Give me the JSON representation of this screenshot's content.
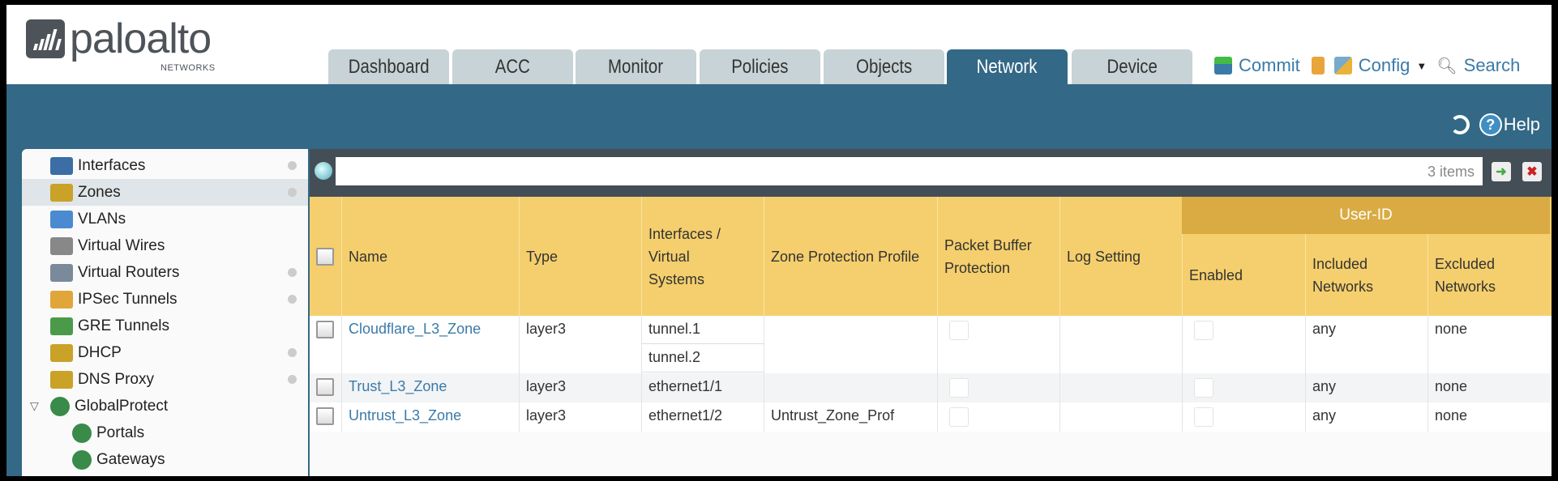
{
  "brand": {
    "name": "paloalto",
    "sub": "NETWORKS"
  },
  "tabs": [
    {
      "label": "Dashboard"
    },
    {
      "label": "ACC"
    },
    {
      "label": "Monitor"
    },
    {
      "label": "Policies"
    },
    {
      "label": "Objects"
    },
    {
      "label": "Network",
      "active": true
    },
    {
      "label": "Device"
    }
  ],
  "toolbar": {
    "commit": "Commit",
    "config": "Config",
    "search": "Search",
    "help": "Help"
  },
  "sidebar": {
    "items": [
      {
        "label": "Interfaces",
        "icon": "interfaces-icon",
        "dot": true
      },
      {
        "label": "Zones",
        "icon": "zones-icon",
        "dot": true,
        "selected": true
      },
      {
        "label": "VLANs",
        "icon": "vlans-icon",
        "dot": false
      },
      {
        "label": "Virtual Wires",
        "icon": "virtual-wires-icon",
        "dot": false
      },
      {
        "label": "Virtual Routers",
        "icon": "virtual-routers-icon",
        "dot": true
      },
      {
        "label": "IPSec Tunnels",
        "icon": "ipsec-tunnels-icon",
        "dot": true
      },
      {
        "label": "GRE Tunnels",
        "icon": "gre-tunnels-icon",
        "dot": false
      },
      {
        "label": "DHCP",
        "icon": "dhcp-icon",
        "dot": true
      },
      {
        "label": "DNS Proxy",
        "icon": "dns-proxy-icon",
        "dot": true
      },
      {
        "label": "GlobalProtect",
        "icon": "globalprotect-icon",
        "dot": false,
        "expanded": true
      },
      {
        "label": "Portals",
        "icon": "portals-icon",
        "dot": false,
        "child": true
      },
      {
        "label": "Gateways",
        "icon": "gateways-icon",
        "dot": false,
        "child": true
      }
    ]
  },
  "filter": {
    "value": "",
    "count": "3 items"
  },
  "table": {
    "group_header": "User-ID",
    "columns": [
      "Name",
      "Type",
      "Interfaces / Virtual Systems",
      "Zone Protection Profile",
      "Packet Buffer Protection",
      "Log Setting",
      "Enabled",
      "Included Networks",
      "Excluded Networks"
    ],
    "rows": [
      {
        "name": "Cloudflare_L3_Zone",
        "type": "layer3",
        "interfaces": [
          "tunnel.1",
          "tunnel.2"
        ],
        "zone_protection": "",
        "packet_buffer": false,
        "log_setting": "",
        "enabled": false,
        "included": "any",
        "excluded": "none"
      },
      {
        "name": "Trust_L3_Zone",
        "type": "layer3",
        "interfaces": [
          "ethernet1/1"
        ],
        "zone_protection": "",
        "packet_buffer": false,
        "log_setting": "",
        "enabled": false,
        "included": "any",
        "excluded": "none"
      },
      {
        "name": "Untrust_L3_Zone",
        "type": "layer3",
        "interfaces": [
          "ethernet1/2"
        ],
        "zone_protection": "Untrust_Zone_Prof",
        "packet_buffer": false,
        "log_setting": "",
        "enabled": false,
        "included": "any",
        "excluded": "none"
      }
    ]
  },
  "colors": {
    "brand_blue": "#336886",
    "header_yellow": "#f5cf6d",
    "group_gold": "#d9ab42",
    "link": "#3a7aa8"
  }
}
